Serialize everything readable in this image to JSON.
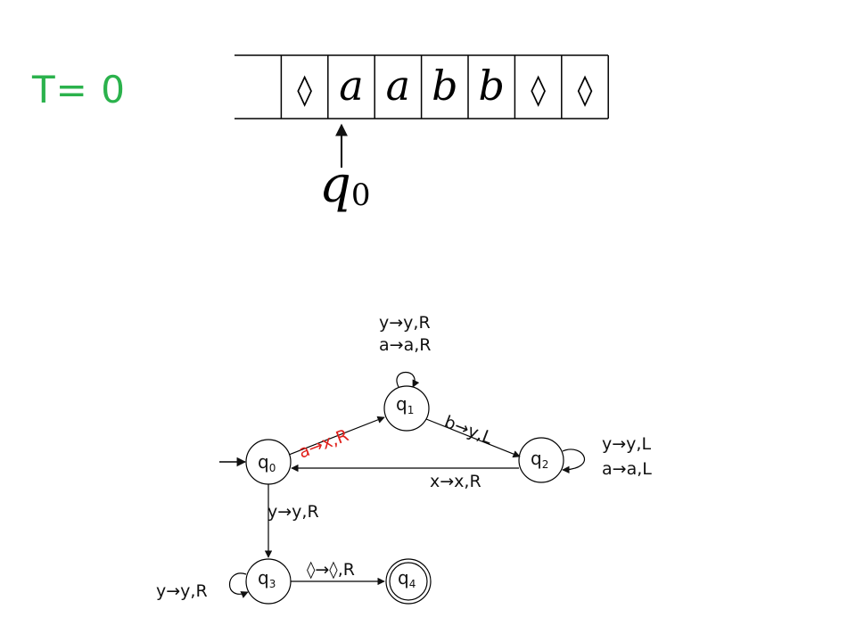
{
  "time": {
    "label": "T= 0"
  },
  "tape": {
    "cells": [
      "",
      "◊",
      "a",
      "a",
      "b",
      "b",
      "◊",
      "◊"
    ],
    "head_state": "q",
    "head_state_sub": "0"
  },
  "states": [
    {
      "id": "q0",
      "base": "q",
      "sub": "0",
      "initial": true,
      "accepting": false
    },
    {
      "id": "q1",
      "base": "q",
      "sub": "1",
      "initial": false,
      "accepting": false
    },
    {
      "id": "q2",
      "base": "q",
      "sub": "2",
      "initial": false,
      "accepting": false
    },
    {
      "id": "q3",
      "base": "q",
      "sub": "3",
      "initial": false,
      "accepting": false
    },
    {
      "id": "q4",
      "base": "q",
      "sub": "4",
      "initial": false,
      "accepting": true
    }
  ],
  "transitions": {
    "q1_loop": [
      "y→y,R",
      "a→a,R"
    ],
    "q0_q1": "a→x,R",
    "q1_q2": "b→y,L",
    "q2_loop": [
      "y→y,L",
      "a→a,L"
    ],
    "q2_q0": "x→x,R",
    "q0_q3": "y→y,R",
    "q3_loop": "y→y,R",
    "q3_q4": "◊→◊,R"
  },
  "colors": {
    "time_label": "#2bb24c",
    "highlight": "#e0201b",
    "edge_label": "#111111"
  }
}
